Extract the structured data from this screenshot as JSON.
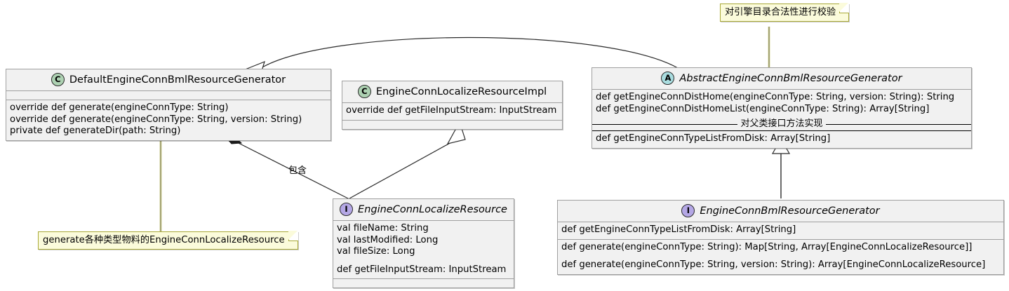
{
  "diagram": {
    "type": "uml-class-diagram",
    "background": "#ffffff",
    "colors": {
      "class_fill": "#f1f1f1",
      "class_border": "#a0a0a0",
      "note_fill": "#fbfbdb",
      "note_border": "#a9a938",
      "stereotype_class": "#add1b2",
      "stereotype_abstract": "#a9dcdf",
      "stereotype_interface": "#b4a7e5"
    }
  },
  "classes": {
    "default_generator": {
      "stereotype": "C",
      "name": "DefaultEngineConnBmlResourceGenerator",
      "attributes": [],
      "methods": [
        "override def generate(engineConnType: String)",
        "override def generate(engineConnType: String, version: String)",
        "private def generateDir(path: String)"
      ]
    },
    "localize_impl": {
      "stereotype": "C",
      "name": "EngineConnLocalizeResourceImpl",
      "methods": [
        "override def getFileInputStream: InputStream"
      ]
    },
    "abstract_generator": {
      "stereotype": "A",
      "name": "AbstractEngineConnBmlResourceGenerator",
      "methods_top": [
        "def getEngineConnDistHome(engineConnType: String, version: String): String",
        "def getEngineConnDistHomeList(engineConnType: String): Array[String]"
      ],
      "separator_label": "对父类接口方法实现",
      "methods_bottom": [
        "def getEngineConnTypeListFromDisk: Array[String]"
      ]
    },
    "localize_resource": {
      "stereotype": "I",
      "name": "EngineConnLocalizeResource",
      "members": [
        "val fileName: String",
        "val lastModified: Long",
        "val fileSize: Long",
        "",
        "def getFileInputStream: InputStream"
      ]
    },
    "bml_generator_interface": {
      "stereotype": "I",
      "name": "EngineConnBmlResourceGenerator",
      "compartment_1": [
        "def getEngineConnTypeListFromDisk: Array[String]"
      ],
      "compartment_2": [
        "def generate(engineConnType: String): Map[String, Array[EngineConnLocalizeResource]]",
        "",
        "def generate(engineConnType: String, version: String): Array[EngineConnLocalizeResource]"
      ]
    }
  },
  "notes": {
    "engine_dir_validation": "对引擎目录合法性进行校验",
    "generate_materials": "generate各种类型物料的EngineConnLocalizeResource"
  },
  "edges": {
    "composition_label": "包含"
  }
}
